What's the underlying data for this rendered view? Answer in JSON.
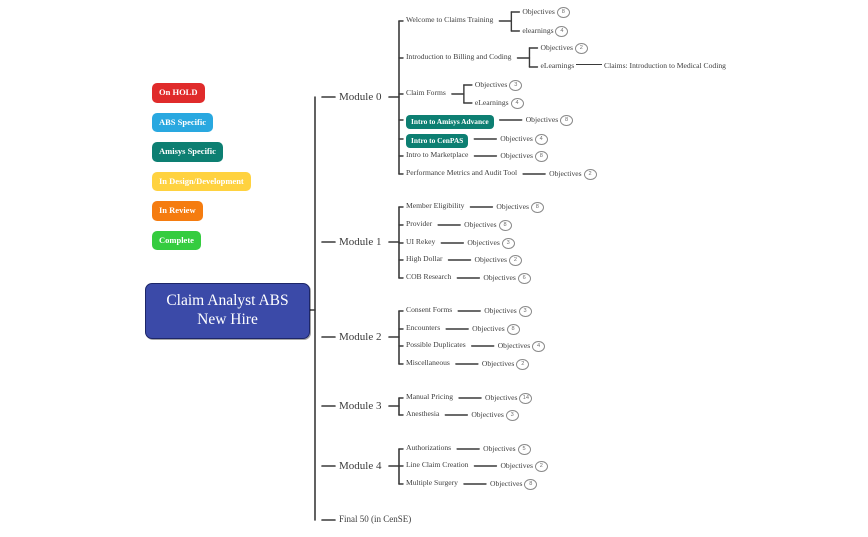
{
  "root": {
    "line1": "Claim Analyst ABS",
    "line2": "New Hire",
    "color": "#3b4aa8"
  },
  "legend": {
    "items": [
      {
        "label": "On HOLD",
        "color": "#e02b2b"
      },
      {
        "label": "ABS Specific",
        "color": "#29a8e0"
      },
      {
        "label": "Amisys Specific",
        "color": "#0d7f72"
      },
      {
        "label": "In Design/Development",
        "color": "#ffd23f"
      },
      {
        "label": "In Review",
        "color": "#f57c10"
      },
      {
        "label": "Complete",
        "color": "#35cc3f"
      }
    ]
  },
  "highlight_color": "#0d7f72",
  "modules": [
    {
      "label": "Module 0",
      "topics": [
        {
          "name": "Welcome to Claims Training",
          "highlight": false,
          "children": [
            {
              "label": "Objectives",
              "count": "8"
            },
            {
              "label": "elearnings",
              "count": "4"
            }
          ]
        },
        {
          "name": "Introduction to Billing and Coding",
          "highlight": false,
          "children": [
            {
              "label": "Objectives",
              "count": "2"
            },
            {
              "label": "eLearnings",
              "count": "",
              "text": "Claims: Introduction to Medical Coding"
            }
          ]
        },
        {
          "name": "Claim Forms",
          "highlight": false,
          "children": [
            {
              "label": "Objectives",
              "count": "3"
            },
            {
              "label": "eLearnings",
              "count": "4"
            }
          ]
        },
        {
          "name": "Intro to Amisys Advance",
          "highlight": true,
          "children": [
            {
              "label": "Objectives",
              "count": "8"
            }
          ]
        },
        {
          "name": "Intro to CenPAS",
          "highlight": true,
          "children": [
            {
              "label": "Objectives",
              "count": "4"
            }
          ]
        },
        {
          "name": "Intro to Marketplace",
          "highlight": false,
          "children": [
            {
              "label": "Objectives",
              "count": "8"
            }
          ]
        },
        {
          "name": "Performance Metrics and Audit Tool",
          "highlight": false,
          "children": [
            {
              "label": "Objectives",
              "count": "2"
            }
          ]
        }
      ]
    },
    {
      "label": "Module 1",
      "topics": [
        {
          "name": "Member Eligibility",
          "highlight": false,
          "children": [
            {
              "label": "Objectives",
              "count": "8"
            }
          ]
        },
        {
          "name": "Provider",
          "highlight": false,
          "children": [
            {
              "label": "Objectives",
              "count": "8"
            }
          ]
        },
        {
          "name": "UI Rekey",
          "highlight": false,
          "children": [
            {
              "label": "Objectives",
              "count": "3"
            }
          ]
        },
        {
          "name": "High Dollar",
          "highlight": false,
          "children": [
            {
              "label": "Objectives",
              "count": "2"
            }
          ]
        },
        {
          "name": "COB Research",
          "highlight": false,
          "children": [
            {
              "label": "Objectives",
              "count": "6"
            }
          ]
        }
      ]
    },
    {
      "label": "Module 2",
      "topics": [
        {
          "name": "Consent Forms",
          "highlight": false,
          "children": [
            {
              "label": "Objectives",
              "count": "3"
            }
          ]
        },
        {
          "name": "Encounters",
          "highlight": false,
          "children": [
            {
              "label": "Objectives",
              "count": "8"
            }
          ]
        },
        {
          "name": "Possible Duplicates",
          "highlight": false,
          "children": [
            {
              "label": "Objectives",
              "count": "4"
            }
          ]
        },
        {
          "name": "Miscellaneous",
          "highlight": false,
          "children": [
            {
              "label": "Objectives",
              "count": "2"
            }
          ]
        }
      ]
    },
    {
      "label": "Module 3",
      "topics": [
        {
          "name": "Manual Pricing",
          "highlight": false,
          "children": [
            {
              "label": "Objectives",
              "count": "14"
            }
          ]
        },
        {
          "name": "Anesthesia",
          "highlight": false,
          "children": [
            {
              "label": "Objectives",
              "count": "3"
            }
          ]
        }
      ]
    },
    {
      "label": "Module 4",
      "topics": [
        {
          "name": "Authorizations",
          "highlight": false,
          "children": [
            {
              "label": "Objectives",
              "count": "5"
            }
          ]
        },
        {
          "name": "Line Claim Creation",
          "highlight": false,
          "children": [
            {
              "label": "Objectives",
              "count": "2"
            }
          ]
        },
        {
          "name": "Multiple Surgery",
          "highlight": false,
          "children": [
            {
              "label": "Objectives",
              "count": "8"
            }
          ]
        }
      ]
    }
  ],
  "final_node": {
    "label": "Final 50 (in CenSE)"
  }
}
